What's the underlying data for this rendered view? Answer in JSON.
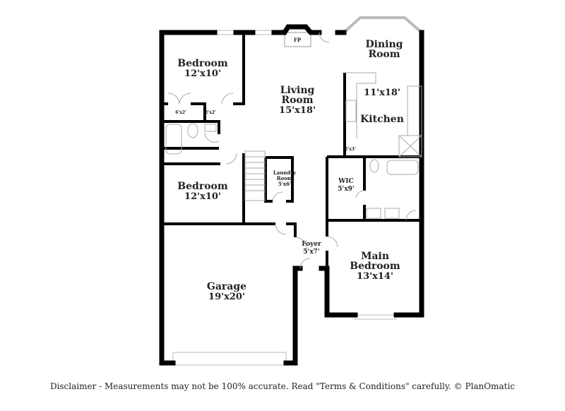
{
  "floorplan": {
    "rooms": [
      {
        "id": "bedroom-nw",
        "name": "Bedroom",
        "size": "12'x10'"
      },
      {
        "id": "living-room",
        "name_line1": "Living",
        "name_line2": "Room",
        "size": "15'x18'"
      },
      {
        "id": "dining-room",
        "name_line1": "Dining",
        "name_line2": "Room"
      },
      {
        "id": "kitchen",
        "name": "Kitchen",
        "size": "11'x18'"
      },
      {
        "id": "bedroom-w",
        "name": "Bedroom",
        "size": "12'x10'"
      },
      {
        "id": "laundry",
        "name_line1": "Laundry",
        "name_line2": "Room",
        "size": "5'x6'"
      },
      {
        "id": "wic",
        "name": "WIC",
        "size": "5'x9'"
      },
      {
        "id": "foyer",
        "name": "Foyer",
        "size": "5'x7'"
      },
      {
        "id": "main-bedroom",
        "name_line1": "Main",
        "name_line2": "Bedroom",
        "size": "13'x14'"
      },
      {
        "id": "garage",
        "name": "Garage",
        "size": "19'x20'"
      }
    ],
    "small_labels": {
      "closet_1": "6'x2'",
      "closet_2": "2'x2'",
      "pantry": "2'x3'",
      "fireplace": "FP"
    }
  },
  "disclaimer": "Disclaimer - Measurements may not be 100% accurate. Read \"Terms & Conditions\" carefully. © PlanOmatic"
}
